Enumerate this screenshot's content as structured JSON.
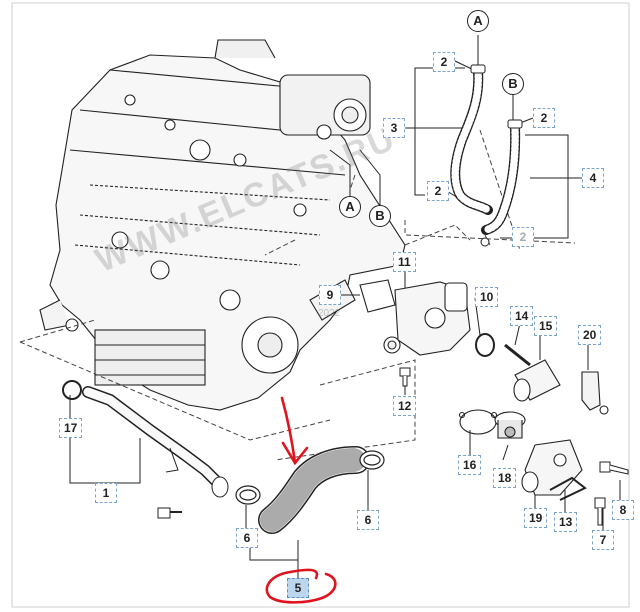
{
  "callouts": {
    "c1": "1",
    "c2a": "2",
    "c2b": "2",
    "c2c": "2",
    "c2d": "2",
    "c3": "3",
    "c4": "4",
    "c5": "5",
    "c6a": "6",
    "c6b": "6",
    "c7": "7",
    "c8": "8",
    "c9": "9",
    "c10": "10",
    "c11": "11",
    "c12": "12",
    "c13": "13",
    "c14": "14",
    "c15": "15",
    "c16": "16",
    "c17": "17",
    "c18": "18",
    "c19": "19",
    "c20": "20"
  },
  "connectors": {
    "a_top": "A",
    "a_engine": "A",
    "b_top": "B",
    "b_engine": "B"
  },
  "watermark": {
    "text": "WWW.ELCATS.RU",
    "year": "2022"
  },
  "colors": {
    "line": "#222222",
    "callout_border": "#7aa4cc",
    "highlight_fill": "#bcd6ee",
    "annotation_red": "#e0141e"
  }
}
